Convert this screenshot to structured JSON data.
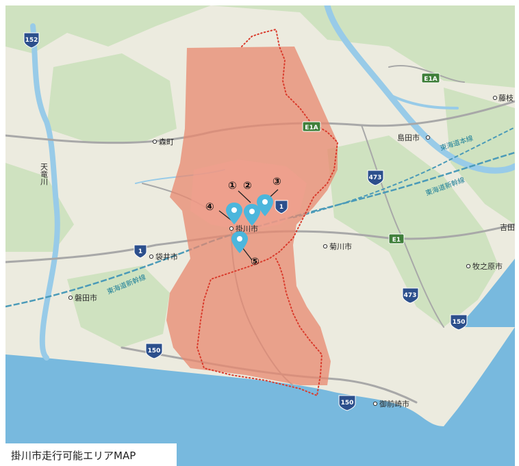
{
  "caption": "掛川市走行可能エリアMAP",
  "colors": {
    "land": "#ecebdf",
    "green": "#cfe2c0",
    "sea": "#78b9de",
    "river": "#98cbe8",
    "area_fill": "#e8886f",
    "area_border": "#d93b2c",
    "marker": "#4cb6dc",
    "rail": "#4a9ab8",
    "road_major": "#a8a8a8"
  },
  "cities": {
    "mori": "森町",
    "kakegawa": "掛川市",
    "kikugawa": "菊川市",
    "fukuroi": "袋井市",
    "iwata": "磐田市",
    "shimada": "島田市",
    "makinohara": "牧之原市",
    "omaezaki": "御前崎市",
    "fujieda": "藤枝",
    "yoshida": "吉田"
  },
  "river": "天竜川",
  "rail_lines": {
    "shinkansen_main": "東海道新幹線",
    "shinkansen_west": "東海道新幹線",
    "honsen": "東海道本線"
  },
  "route_shields": {
    "r152": "152",
    "r1_east": "1",
    "r1_west": "1",
    "e1a_north": "E1A",
    "e1a_center": "E1A",
    "e1": "E1",
    "r473_north": "473",
    "r473_south": "473",
    "r150_west": "150",
    "r150_south": "150",
    "r150_east": "150"
  },
  "markers": [
    "①",
    "②",
    "③",
    "④",
    "⑤"
  ]
}
